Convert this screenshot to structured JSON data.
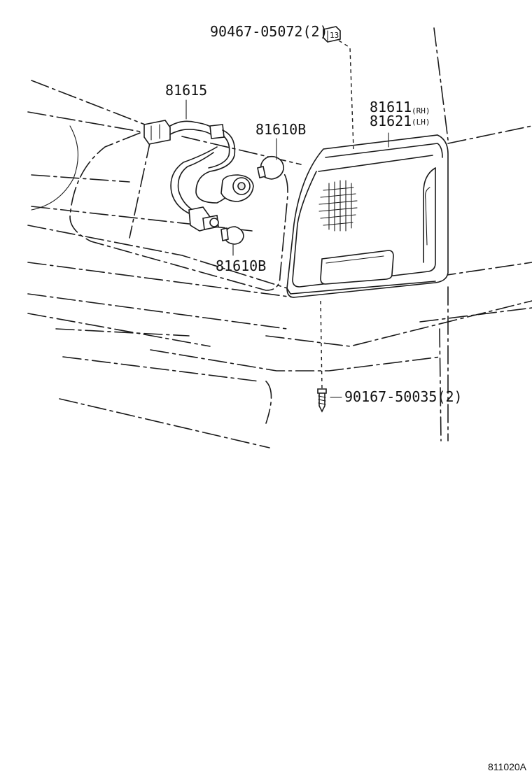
{
  "parts": {
    "nut_clip": {
      "number": "90467-05072",
      "qty": "(2)",
      "icon_text": "13"
    },
    "wire_harness": {
      "number": "81615"
    },
    "bulb_upper": {
      "number": "81610B"
    },
    "bulb_lower": {
      "number": "81610B"
    },
    "lamp_rh": {
      "number": "81611",
      "side": "(RH)"
    },
    "lamp_lh": {
      "number": "81621",
      "side": "(LH)"
    },
    "screw": {
      "number": "90167-50035",
      "qty": "(2)"
    }
  },
  "figure_ref": "811020A"
}
